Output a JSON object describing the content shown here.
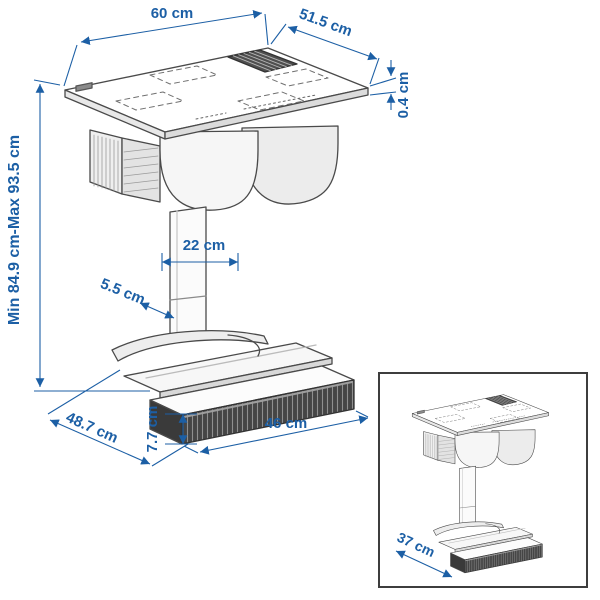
{
  "colors": {
    "dimension_text": "#1c5fa5",
    "line_art": "#4a4a4a",
    "inset_border": "#3d3d3d",
    "background": "#ffffff"
  },
  "dimensions": {
    "top_width": "60 cm",
    "top_depth": "51.5 cm",
    "top_thickness": "0.4 cm",
    "height_range": "Min 84.9 cm-Max 93.5 cm",
    "column_width": "22 cm",
    "column_depth": "5.5 cm",
    "base_depth": "48.7 cm",
    "plinth_height": "7.7 cm",
    "plinth_width": "46 cm"
  },
  "inset": {
    "base_depth": "37 cm"
  }
}
